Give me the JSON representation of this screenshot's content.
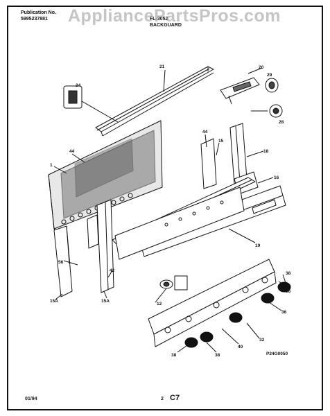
{
  "header": {
    "publication_label": "Publication No.",
    "publication_number": "5995237881",
    "model_partial": "FL-3052",
    "section_title": "BACKGUARD"
  },
  "watermark": "AppliancePartsPros.com",
  "callouts": [
    "21",
    "20",
    "29",
    "24",
    "28",
    "44",
    "15",
    "1",
    "18",
    "44",
    "16",
    "19",
    "56",
    "42",
    "15A",
    "15A",
    "12",
    "38",
    "36",
    "36",
    "38",
    "38",
    "40",
    "32",
    "P24G0050"
  ],
  "footer": {
    "date": "01/94",
    "page_number": "2",
    "page_code": "C7"
  },
  "colors": {
    "line": "#111111",
    "paper": "#ffffff",
    "watermark": "#969696"
  }
}
